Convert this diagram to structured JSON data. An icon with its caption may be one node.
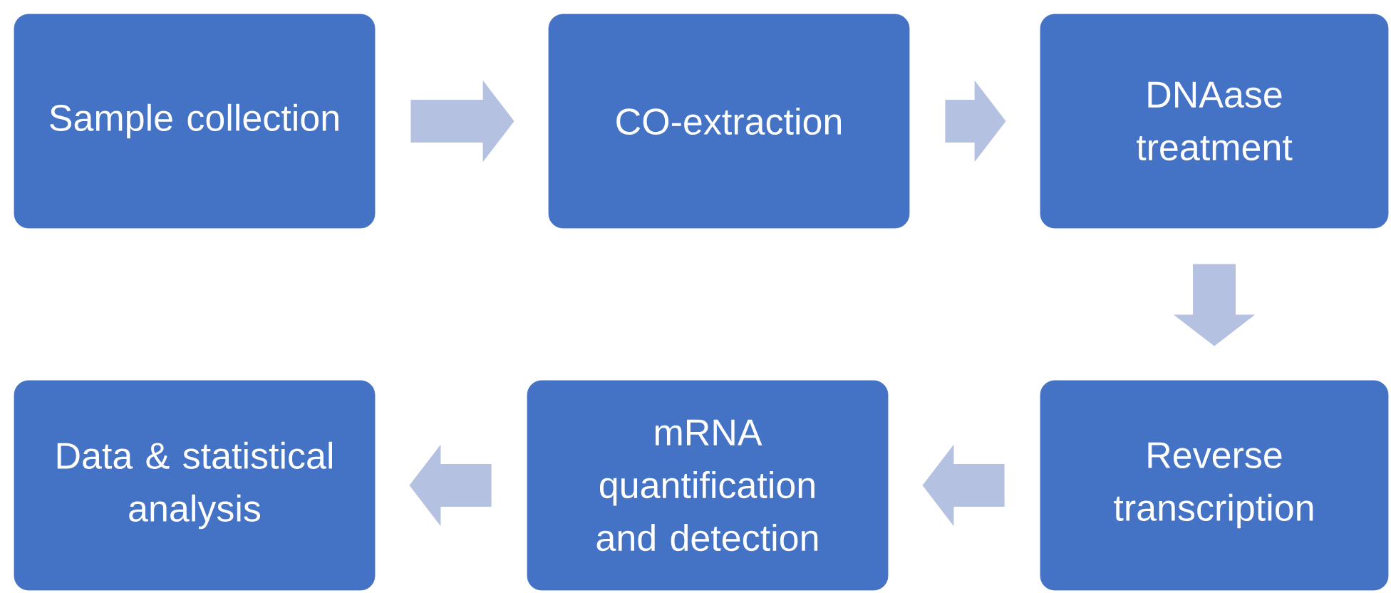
{
  "diagram": {
    "nodes": [
      {
        "text": [
          "Sample collection"
        ]
      },
      {
        "text": [
          "CO-extraction"
        ]
      },
      {
        "text": [
          "DNAase treatment"
        ]
      },
      {
        "text": [
          "Reverse transcription"
        ]
      },
      {
        "text": [
          "mRNA quantification and detection"
        ]
      },
      {
        "text": [
          "Data & statistical analysis"
        ]
      }
    ],
    "edges": [
      {
        "from": 0,
        "to": 1,
        "arrow": "to"
      },
      {
        "from": 1,
        "to": 2,
        "arrow": "to"
      },
      {
        "from": 2,
        "to": 3,
        "arrow": "to"
      },
      {
        "from": 3,
        "to": 4,
        "arrow": "to"
      },
      {
        "from": 4,
        "to": 5,
        "arrow": "to"
      }
    ]
  }
}
